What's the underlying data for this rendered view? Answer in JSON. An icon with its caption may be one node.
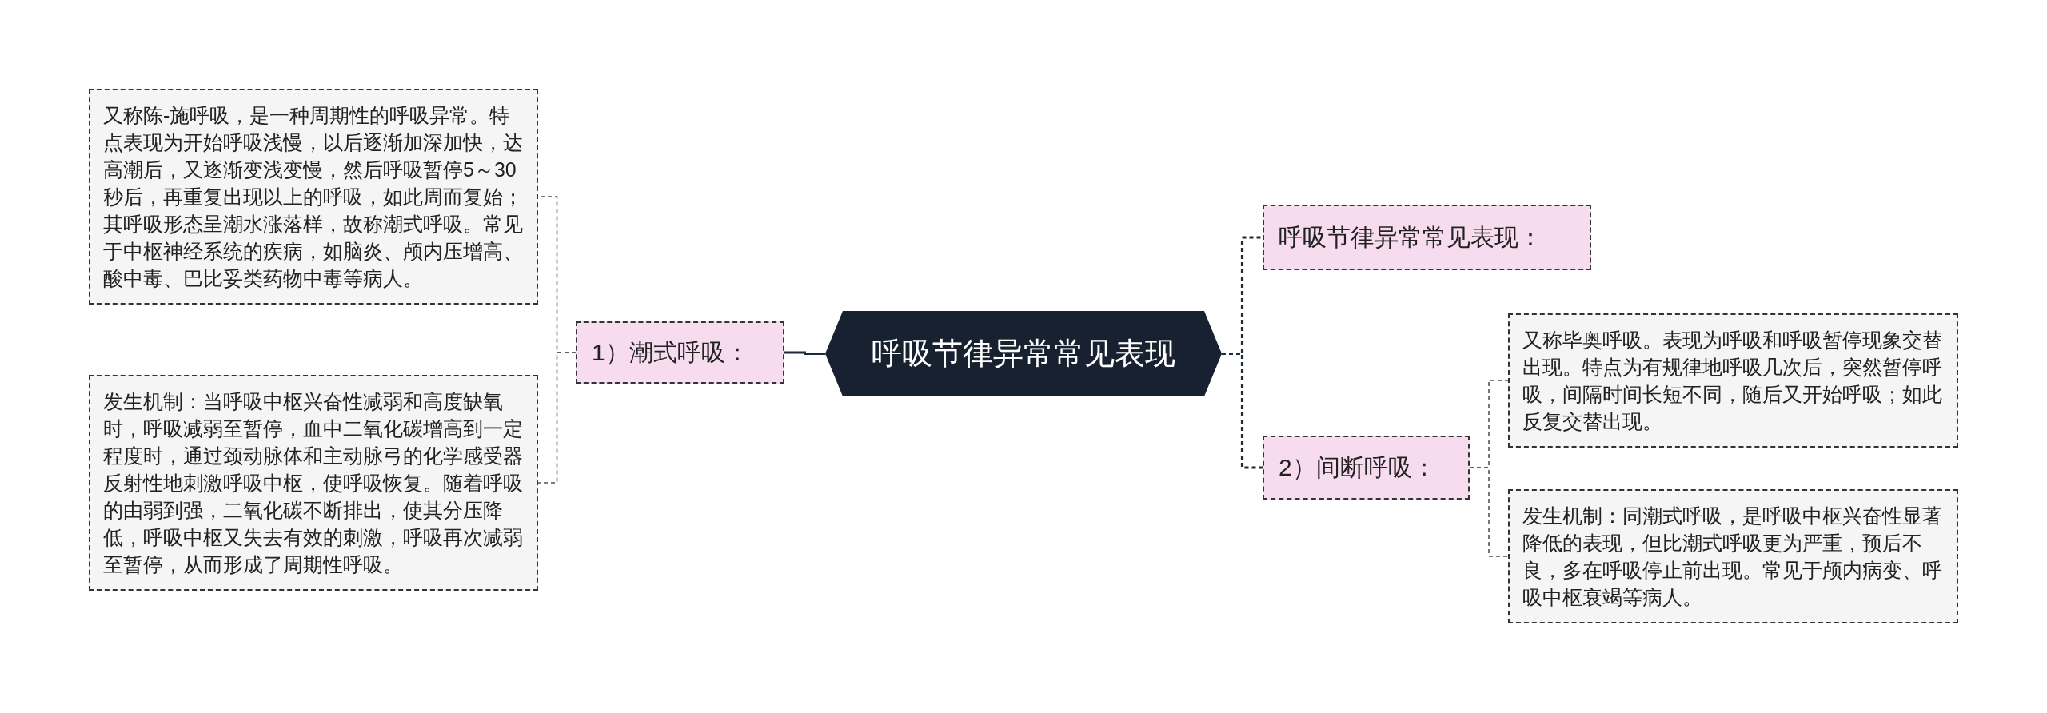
{
  "diagram": {
    "nodes": [
      {
        "text": [
          "呼吸节律异常常见表现"
        ]
      },
      {
        "text": [
          "1）潮式呼吸："
        ]
      },
      {
        "text": [
          "又称陈-施呼吸，是一种周期性的呼吸异常。特点表现为开始呼吸浅慢，以后逐渐加深加快，达高潮后，又逐渐变浅变慢，然后呼吸暂停5～30秒后，再重复出现以上的呼吸，如此周而复始；其呼吸形态呈潮水涨落样，故称潮式呼吸。常见于中枢神经系统的疾病，如脑炎、颅内压增高、酸中毒、巴比妥类药物中毒等病人。"
        ]
      },
      {
        "text": [
          "发生机制：当呼吸中枢兴奋性减弱和高度缺氧时，呼吸减弱至暂停，血中二氧化碳增高到一定程度时，通过颈动脉体和主动脉弓的化学感受器反射性地刺激呼吸中枢，使呼吸恢复。随着呼吸的由弱到强，二氧化碳不断排出，使其分压降低，呼吸中枢又失去有效的刺激，呼吸再次减弱至暂停，从而形成了周期性呼吸。"
        ]
      },
      {
        "text": [
          "呼吸节律异常常见表现："
        ]
      },
      {
        "text": [
          "2）间断呼吸："
        ]
      },
      {
        "text": [
          "又称毕奥呼吸。表现为呼吸和呼吸暂停现象交替出现。特点为有规律地呼吸几次后，突然暂停呼吸，间隔时间长短不同，随后又开始呼吸；如此反复交替出现。"
        ]
      },
      {
        "text": [
          "发生机制：同潮式呼吸，是呼吸中枢兴奋性显著降低的表现，但比潮式呼吸更为严重，预后不良，多在呼吸停止前出现。常见于颅内病变、呼吸中枢衰竭等病人。"
        ]
      }
    ],
    "edges": [
      {
        "from": 0,
        "to": 1,
        "arrow": "none"
      },
      {
        "from": 1,
        "to": 2,
        "arrow": "none",
        "style": "dashed"
      },
      {
        "from": 1,
        "to": 3,
        "arrow": "none",
        "style": "dashed"
      },
      {
        "from": 0,
        "to": 4,
        "arrow": "none",
        "style": "dashed",
        "color": "#1f2a36"
      },
      {
        "from": 0,
        "to": 5,
        "arrow": "none",
        "style": "dashed",
        "color": "#1f2a36"
      },
      {
        "from": 5,
        "to": 6,
        "arrow": "none",
        "style": "dashed"
      },
      {
        "from": 5,
        "to": 7,
        "arrow": "none",
        "style": "dashed"
      }
    ]
  }
}
